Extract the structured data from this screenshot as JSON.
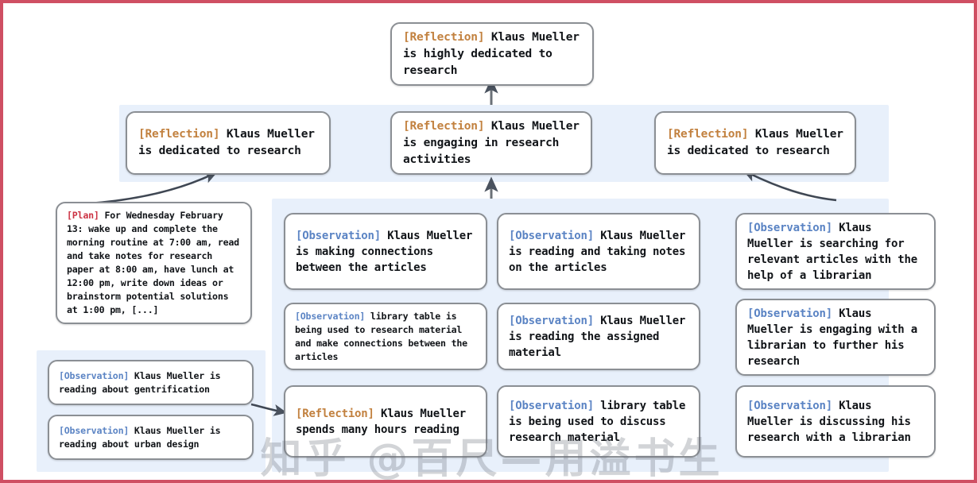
{
  "figure": {
    "border_color": "#cf4f63",
    "panel_bg": "#e8f0fb",
    "node_border": "#8b8f94",
    "tag_colors": {
      "reflection": "#c2813f",
      "observation": "#5b84c4",
      "plan": "#cc3344"
    },
    "watermark": "知乎 @百尺—用溢书生"
  },
  "tags": {
    "reflection": "[Reflection]",
    "observation": "[Observation]",
    "plan": "[Plan]"
  },
  "nodes": {
    "root_reflection": {
      "tag": "[Reflection]",
      "text": " Klaus Mueller is highly dedicated to research"
    },
    "mid_left": {
      "tag": "[Reflection]",
      "text": " Klaus Mueller is dedicated to research"
    },
    "mid_center": {
      "tag": "[Reflection]",
      "text": " Klaus Mueller is engaging in research activities"
    },
    "mid_right": {
      "tag": "[Reflection]",
      "text": " Klaus Mueller is dedicated to research"
    },
    "plan_box": {
      "tag": "[Plan]",
      "text": " For Wednesday February 13: wake up and complete the morning routine at 7:00 am, read and take notes for research paper at 8:00 am, have lunch at 12:00 pm, write down ideas or brainstorm potential solutions at 1:00 pm, [...]"
    },
    "col1_obs1": {
      "tag": "[Observation]",
      "text": " Klaus Mueller is reading about gentrification"
    },
    "col1_obs2": {
      "tag": "[Observation]",
      "text": " Klaus Mueller is reading about urban design"
    },
    "col2_obs1": {
      "tag": "[Observation]",
      "text": " Klaus Mueller is making connections between the articles"
    },
    "col2_obs2": {
      "tag": "[Observation]",
      "text": " library table is being used to research material and make connections between the articles"
    },
    "col2_ref1": {
      "tag": "[Reflection]",
      "text": " Klaus Mueller spends many hours reading"
    },
    "col3_obs1": {
      "tag": "[Observation]",
      "text": " Klaus Mueller is reading and taking notes on the articles"
    },
    "col3_obs2": {
      "tag": "[Observation]",
      "text": " Klaus Mueller is reading the assigned material"
    },
    "col3_obs3": {
      "tag": "[Observation]",
      "text": " library table is being used to discuss research material"
    },
    "col4_obs1": {
      "tag": "[Observation]",
      "text": " Klaus Mueller is searching for relevant articles with the help of a librarian"
    },
    "col4_obs2": {
      "tag": "[Observation]",
      "text": " Klaus Mueller is engaging with a librarian to further his research"
    },
    "col4_obs3": {
      "tag": "[Observation]",
      "text": " Klaus Mueller is discussing his research with a librarian"
    }
  }
}
